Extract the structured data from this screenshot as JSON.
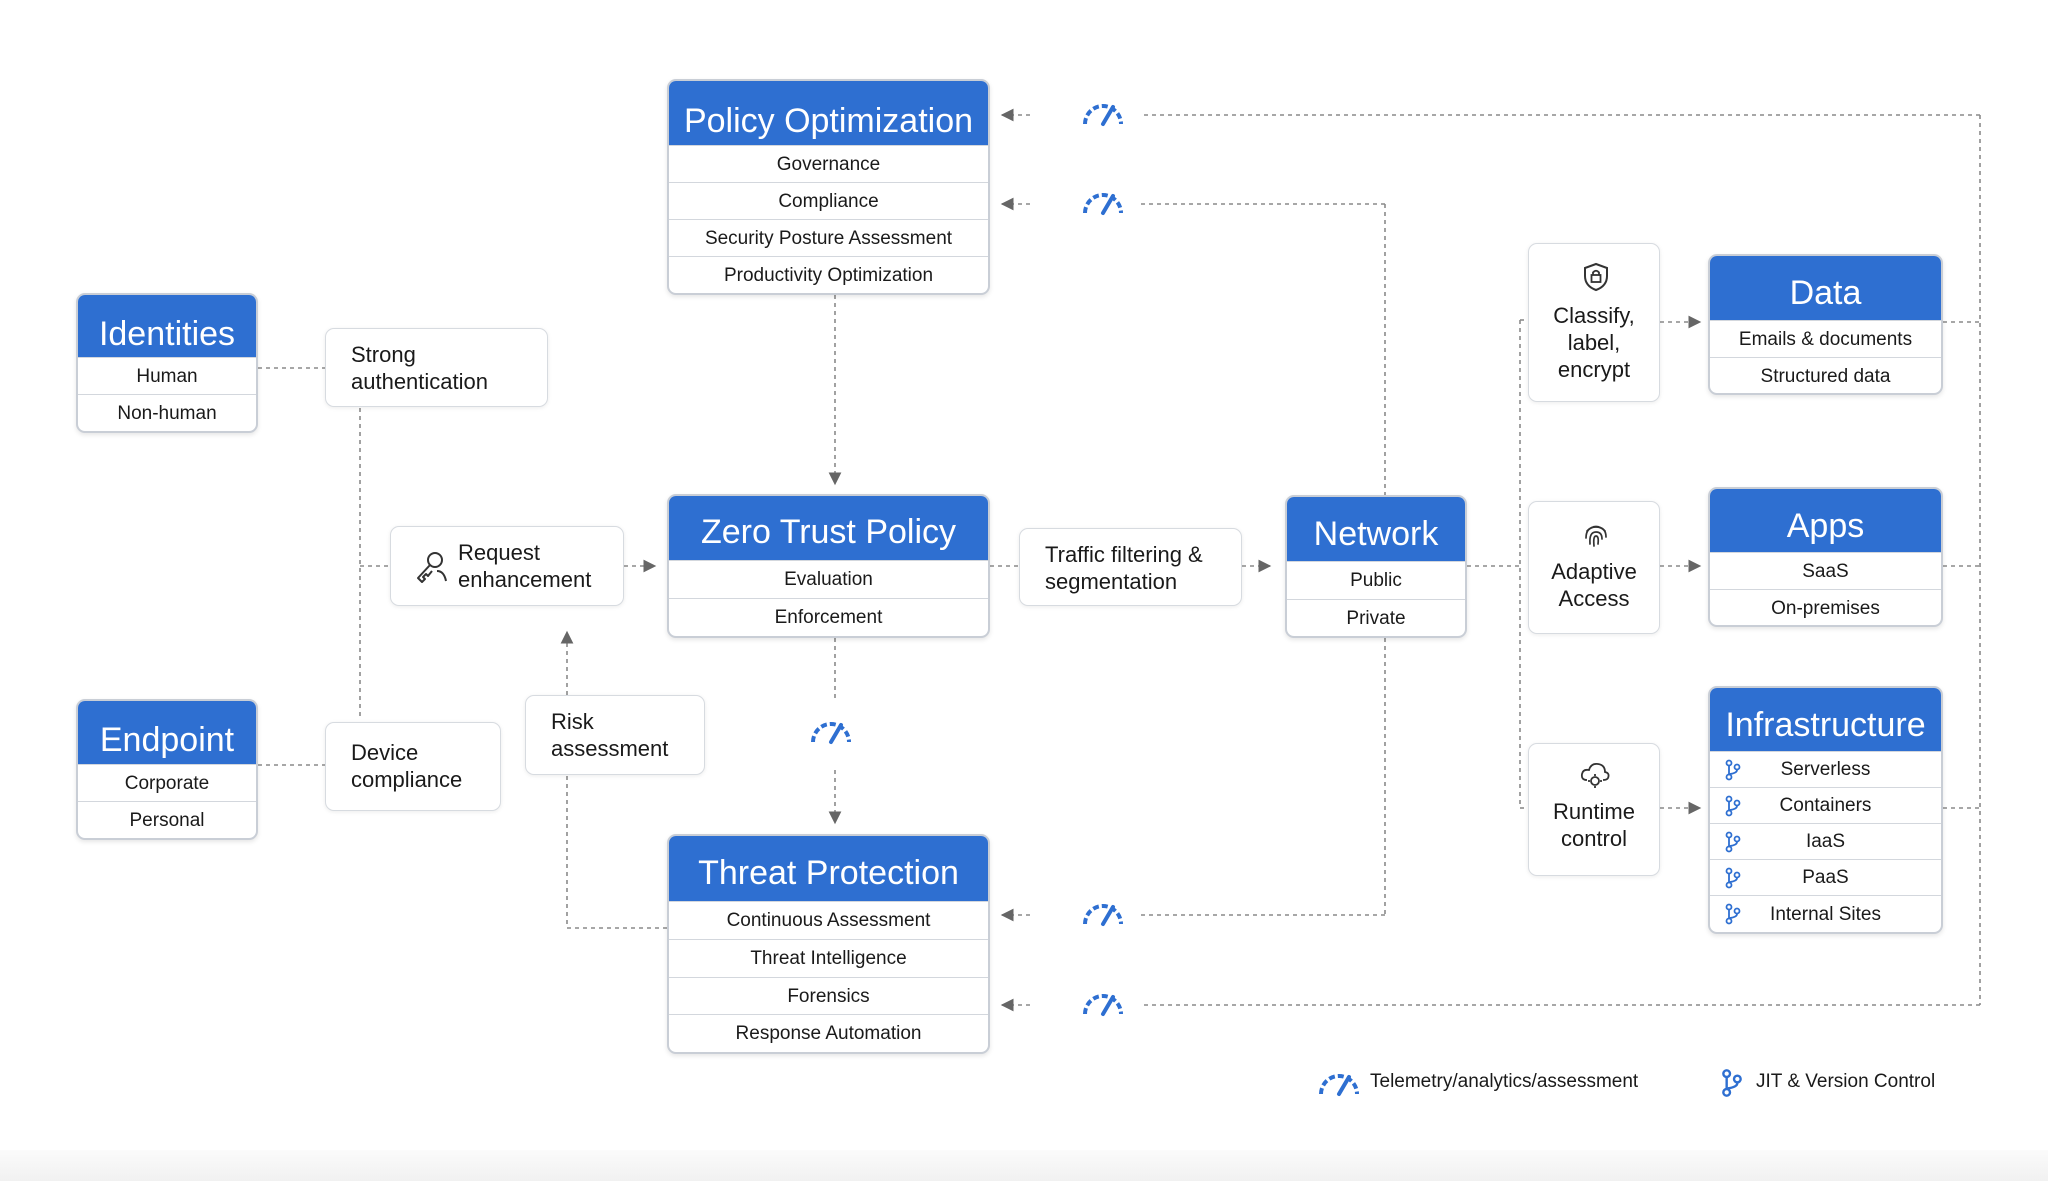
{
  "policy_optimization": {
    "title": "Policy Optimization",
    "items": [
      "Governance",
      "Compliance",
      "Security Posture Assessment",
      "Productivity Optimization"
    ]
  },
  "identities": {
    "title": "Identities",
    "items": [
      "Human",
      "Non-human"
    ]
  },
  "endpoint": {
    "title": "Endpoint",
    "items": [
      "Corporate",
      "Personal"
    ]
  },
  "zero_trust_policy": {
    "title": "Zero Trust Policy",
    "items": [
      "Evaluation",
      "Enforcement"
    ]
  },
  "network": {
    "title": "Network",
    "items": [
      "Public",
      "Private"
    ]
  },
  "threat_protection": {
    "title": "Threat Protection",
    "items": [
      "Continuous Assessment",
      "Threat Intelligence",
      "Forensics",
      "Response Automation"
    ]
  },
  "data": {
    "title": "Data",
    "items": [
      "Emails & documents",
      "Structured data"
    ]
  },
  "apps": {
    "title": "Apps",
    "items": [
      "SaaS",
      "On-premises"
    ]
  },
  "infrastructure": {
    "title": "Infrastructure",
    "items": [
      "Serverless",
      "Containers",
      "IaaS",
      "PaaS",
      "Internal Sites"
    ]
  },
  "boxes": {
    "strong_auth": [
      "Strong",
      "authentication"
    ],
    "device_compliance": [
      "Device",
      "compliance"
    ],
    "request_enhancement": [
      "Request",
      "enhancement"
    ],
    "risk_assessment": [
      "Risk",
      "assessment"
    ],
    "traffic_filtering": [
      "Traffic filtering &",
      "segmentation"
    ],
    "classify": [
      "Classify,",
      "label,",
      "encrypt"
    ],
    "adaptive_access": [
      "Adaptive",
      "Access"
    ],
    "runtime_control": [
      "Runtime",
      "control"
    ]
  },
  "legend": {
    "telemetry": "Telemetry/analytics/assessment",
    "jit": "JIT & Version Control"
  },
  "icons": {
    "telemetry": "gauge-icon",
    "jit": "branch-icon",
    "classify": "shield-lock-icon",
    "adaptive": "fingerprint-icon",
    "runtime": "cloud-gear-icon",
    "request": "key-person-icon"
  },
  "colors": {
    "accent": "#2e6fd1",
    "connector": "#7a7a7a"
  }
}
